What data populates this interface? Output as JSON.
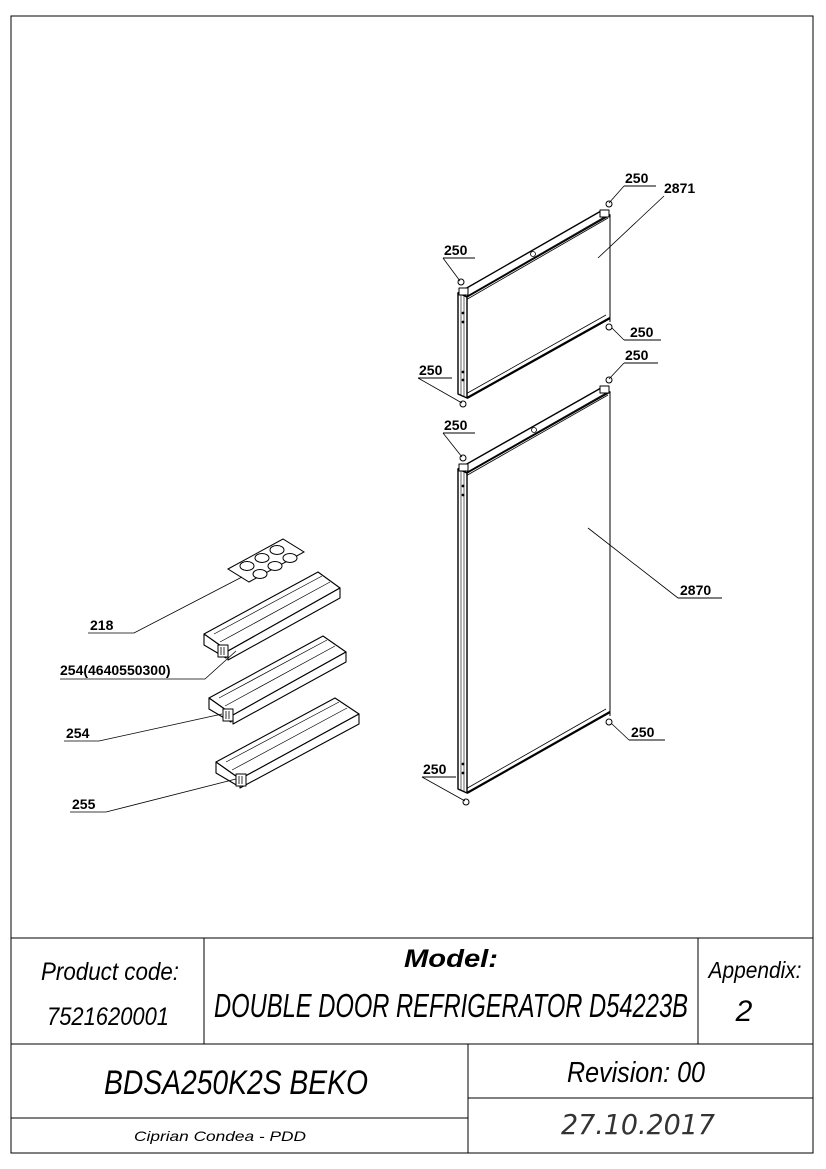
{
  "drawing": {
    "callouts": {
      "c250_top": "250",
      "c2871": "2871",
      "c250_ftl": "250",
      "c250_fr": "250",
      "c250_fbl": "250",
      "c250_mr": "250",
      "c250_mtl": "250",
      "c2870": "2870",
      "c250_mbr": "250",
      "c250_mbl": "250",
      "c218": "218",
      "c254a": "254(4640550300)",
      "c254b": "254",
      "c255": "255"
    }
  },
  "title_block": {
    "product_code_label": "Product code:",
    "product_code_value": "7521620001",
    "model_label": "Model:",
    "model_value": "DOUBLE DOOR REFRIGERATOR D54223B",
    "appendix_label": "Appendix:",
    "appendix_value": "2",
    "brand_code": "BDSA250K2S BEKO",
    "revision": "Revision: 00",
    "author": "Ciprian Condea - PDD",
    "date": "27.10.2017"
  }
}
